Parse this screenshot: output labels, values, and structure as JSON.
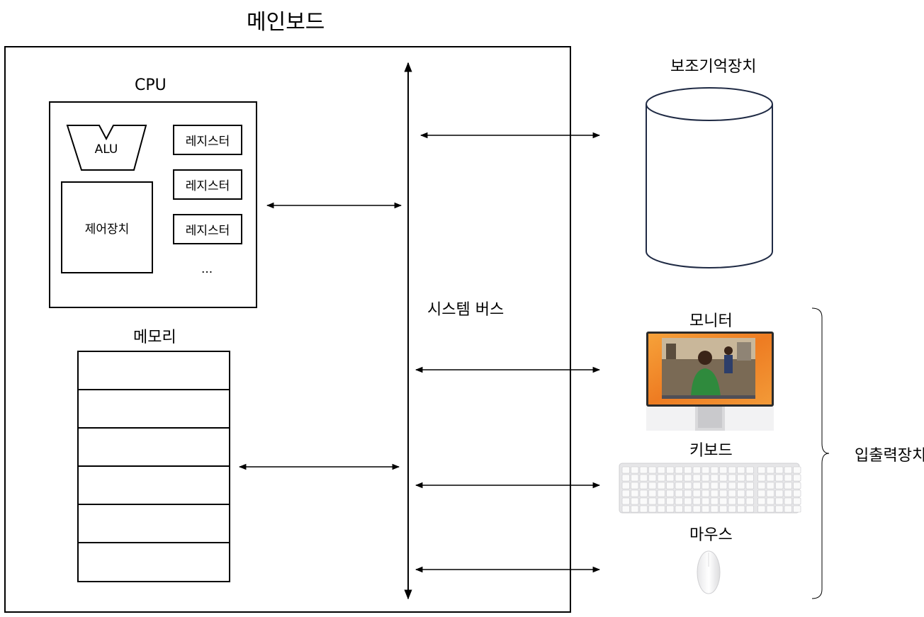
{
  "title": "메인보드",
  "cpu": {
    "label": "CPU",
    "alu_label": "ALU",
    "control_unit_label": "제어장치",
    "registers": [
      "레지스터",
      "레지스터",
      "레지스터"
    ],
    "ellipsis": "..."
  },
  "memory": {
    "label": "메모리",
    "cell_count": 6
  },
  "system_bus": {
    "label": "시스템 버스"
  },
  "secondary_storage": {
    "label": "보조기억장치"
  },
  "io_devices": {
    "group_label": "입출력장치",
    "monitor_label": "모니터",
    "keyboard_label": "키보드",
    "mouse_label": "마우스"
  },
  "colors": {
    "line": "#000000",
    "storage_stroke": "#1f2a44",
    "monitor_wallpaper": "#f08a2a",
    "monitor_stand": "#d9d9db",
    "keyboard_body": "#e6e6e8",
    "key": "#fafafa"
  }
}
